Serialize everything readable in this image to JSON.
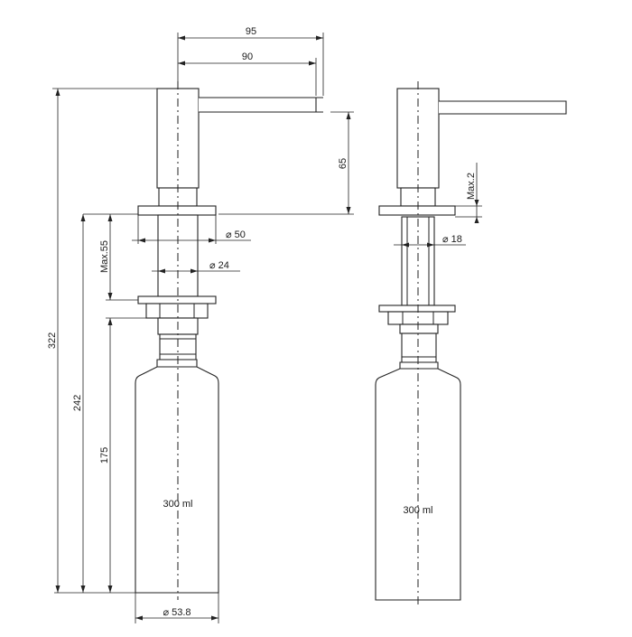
{
  "left_view": {
    "dimensions": {
      "spout_total": "95",
      "spout_reach": "90",
      "head_height": "65",
      "flange_diameter": "⌀ 50",
      "shank_diameter": "⌀ 24",
      "max_counter_thickness": "Max.55",
      "total_height": "322",
      "below_counter": "242",
      "bottle_height": "175",
      "bottle_diameter": "⌀ 53.8"
    },
    "bottle_label": "300 ml"
  },
  "right_view": {
    "dimensions": {
      "max_gap": "Max.2",
      "tube_diameter": "⌀ 18"
    },
    "bottle_label": "300 ml"
  }
}
